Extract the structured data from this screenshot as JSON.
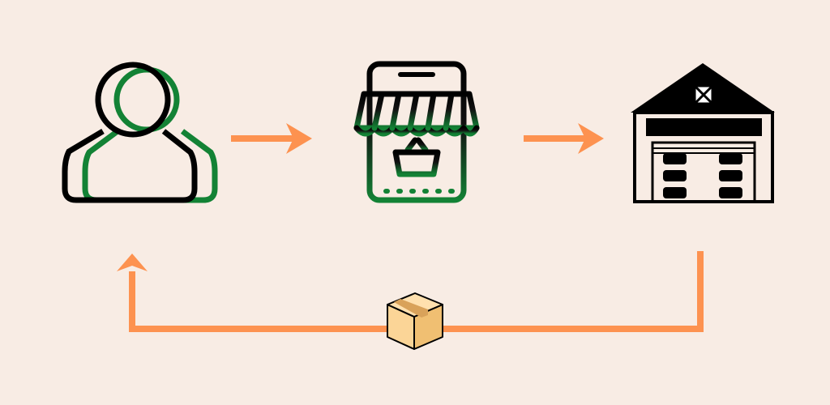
{
  "colors": {
    "background": "#f8ece4",
    "arrow": "#fd9250",
    "stroke": "#000000",
    "green": "#138235",
    "green_dark": "#1c4f1f",
    "box_face_left": "#fbd597",
    "box_face_right": "#f0bf72",
    "box_top": "#ffe0ae",
    "box_tape": "#d9a25a"
  },
  "nodes": [
    {
      "id": "customer",
      "icon": "user-icon"
    },
    {
      "id": "store",
      "icon": "online-store-icon"
    },
    {
      "id": "warehouse",
      "icon": "warehouse-icon"
    }
  ],
  "edges": [
    {
      "from": "customer",
      "to": "store",
      "style": "arrow"
    },
    {
      "from": "store",
      "to": "warehouse",
      "style": "arrow"
    },
    {
      "from": "warehouse",
      "to": "customer",
      "style": "return-arrow",
      "label_icon": "package-box-icon"
    }
  ]
}
